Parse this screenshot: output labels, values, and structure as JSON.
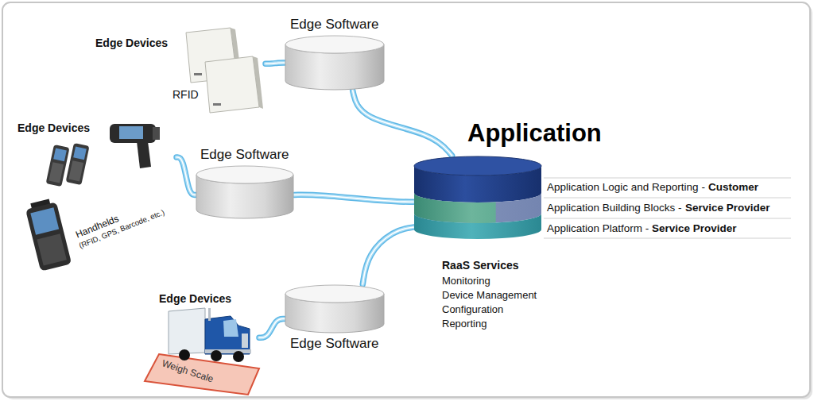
{
  "diagram": {
    "nodes": [
      {
        "text": [
          "Edge Devices",
          "RFID"
        ]
      },
      {
        "text": [
          "Edge Software"
        ]
      },
      {
        "text": [
          "Edge Devices",
          "Handhelds",
          "(RFID, GPS, Barcode, etc.)"
        ]
      },
      {
        "text": [
          "Edge Software"
        ]
      },
      {
        "text": [
          "Application"
        ]
      },
      {
        "text": [
          "Edge Devices",
          "Weigh Scale"
        ]
      },
      {
        "text": [
          "Edge Software"
        ]
      }
    ],
    "edges": [
      {
        "from": 0,
        "to": 1,
        "arrow": "none"
      },
      {
        "from": 2,
        "to": 3,
        "arrow": "none"
      },
      {
        "from": 5,
        "to": 6,
        "arrow": "none"
      },
      {
        "from": 1,
        "to": 4,
        "arrow": "none"
      },
      {
        "from": 3,
        "to": 4,
        "arrow": "none"
      },
      {
        "from": 6,
        "to": 4,
        "arrow": "none"
      }
    ],
    "labels": [
      "Application Logic and Reporting -",
      "Customer",
      "Application Building Blocks -",
      "Service Provider",
      "Application Platform -",
      "Service Provider",
      "RaaS Services",
      "Monitoring",
      "Device Management",
      "Configuration",
      "Reporting"
    ]
  }
}
